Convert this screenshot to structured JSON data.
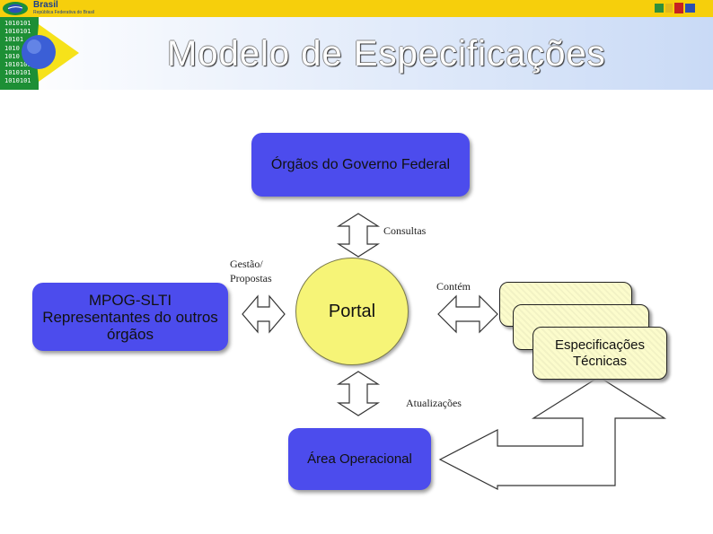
{
  "header": {
    "brand_name": "Brasil",
    "brand_subtitle": "República Federativa do Brasil",
    "binary_lines": [
      "1010101",
      "1010101",
      "10101",
      "1010",
      "1010",
      "1010101",
      "1010101",
      "1010101"
    ],
    "title": "Modelo de Especificações",
    "colors": {
      "bar": "#f6cf0c",
      "green": "#1d8f35",
      "flag_blue": "#3b5fd6"
    }
  },
  "diagram": {
    "orgaos": "Órgãos do Governo Federal",
    "mpog_line1": "MPOG-SLTI",
    "mpog_line2": "Representantes do outros",
    "mpog_line3": "órgãos",
    "portal": "Portal",
    "area": "Área Operacional",
    "spec_line1": "Especificações",
    "spec_line2": "Técnicas",
    "label_consultas": "Consultas",
    "label_gestao_1": "Gestão/",
    "label_gestao_2": "Propostas",
    "label_contem": "Contém",
    "label_atualizacoes": "Atualizações",
    "colors": {
      "box": "#4c4ced",
      "portal": "#f6f477",
      "card": "#fcfccc"
    }
  }
}
